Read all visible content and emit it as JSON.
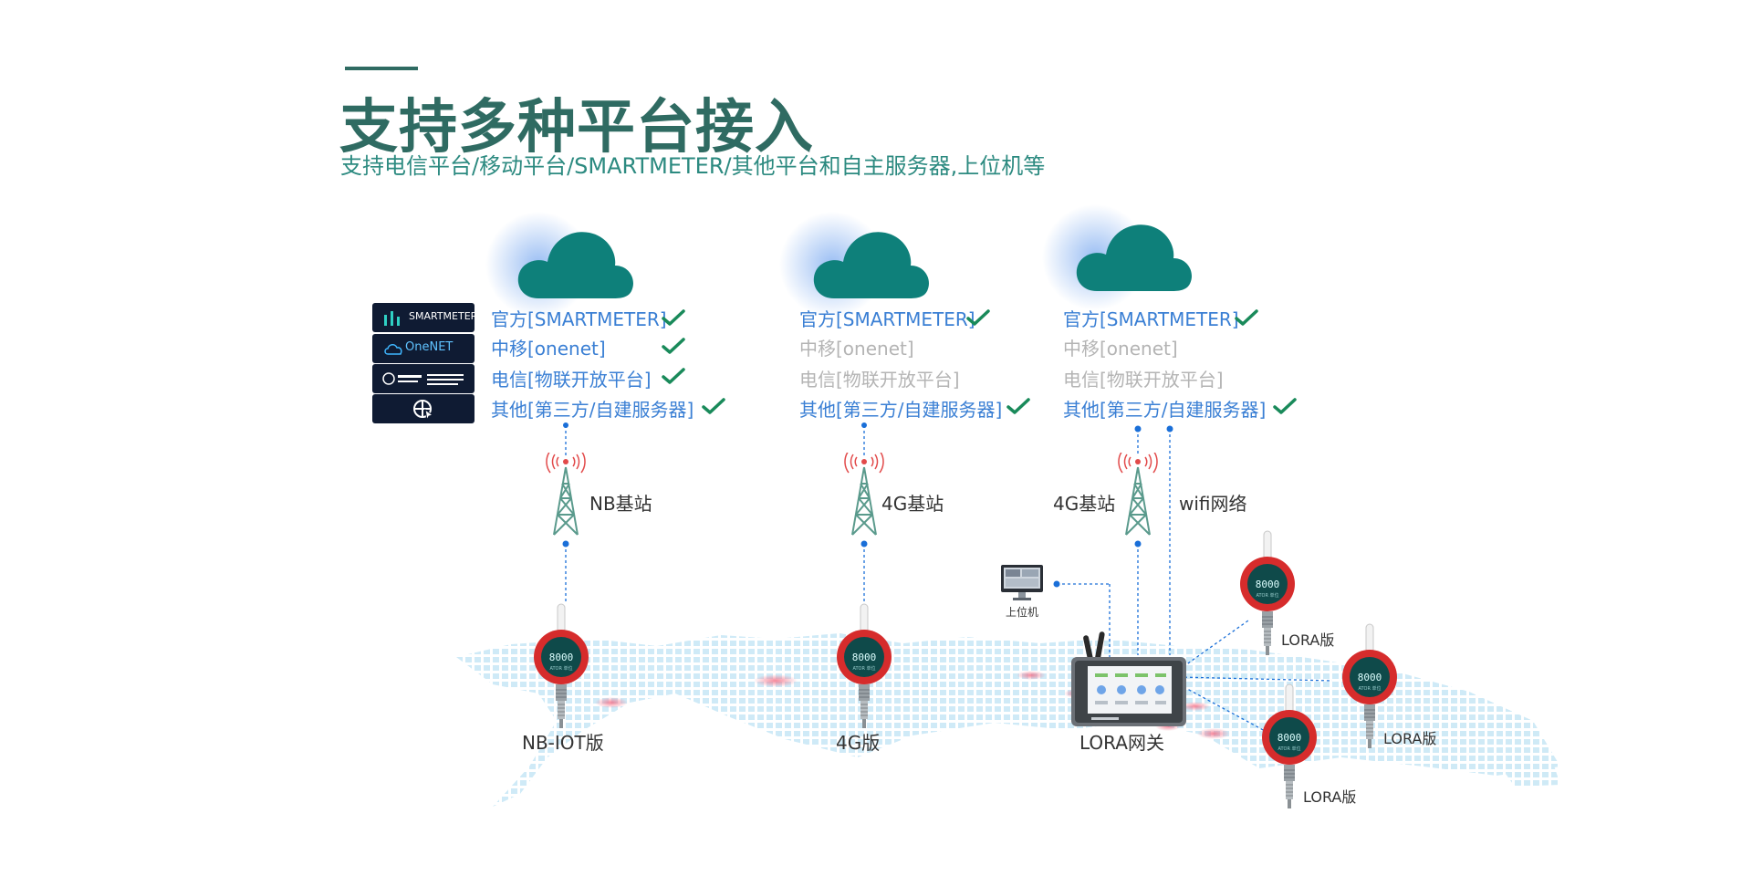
{
  "header": {
    "title": "支持多种平台接入",
    "subtitle": "支持电信平台/移动平台/SMARTMETER/其他平台和自主服务器,上位机等"
  },
  "logos": {
    "smartmeter": "SMARTMETER",
    "onenet": "OneNET"
  },
  "columns": [
    {
      "platforms": [
        {
          "label": "官方[SMARTMETER]",
          "checked": true
        },
        {
          "label": "中移[onenet]",
          "checked": true
        },
        {
          "label": "电信[物联开放平台]",
          "checked": true
        },
        {
          "label": "其他[第三方/自建服务器]",
          "checked": true
        }
      ],
      "tower_label": "NB基站",
      "device_label": "NB-IOT版"
    },
    {
      "platforms": [
        {
          "label": "官方[SMARTMETER]",
          "checked": true
        },
        {
          "label": "中移[onenet]",
          "checked": false
        },
        {
          "label": "电信[物联开放平台]",
          "checked": false
        },
        {
          "label": "其他[第三方/自建服务器]",
          "checked": true
        }
      ],
      "tower_label": "4G基站",
      "device_label": "4G版"
    },
    {
      "platforms": [
        {
          "label": "官方[SMARTMETER]",
          "checked": true
        },
        {
          "label": "中移[onenet]",
          "checked": false
        },
        {
          "label": "电信[物联开放平台]",
          "checked": false
        },
        {
          "label": "其他[第三方/自建服务器]",
          "checked": true
        }
      ],
      "tower_label": "4G基站",
      "wifi_label": "wifi网络",
      "gateway_label": "LORA网关",
      "pc_label": "上位机",
      "lora_label": "LORA版"
    }
  ],
  "device_display": {
    "reading": "8000",
    "line": "ATOR 单位"
  },
  "colors": {
    "title": "#2f6b62",
    "cloud": "#0e807a",
    "active": "#3a7fd4",
    "inactive": "#b4b4b4",
    "check": "#198a5a",
    "link": "#1a6fd8",
    "device_ring": "#d62c2c"
  }
}
